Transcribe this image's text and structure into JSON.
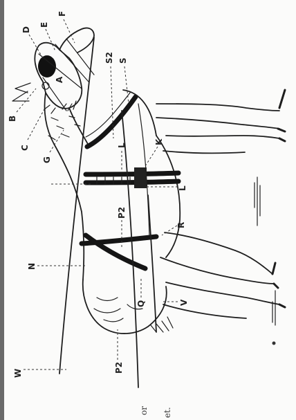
{
  "figure": {
    "labels": {
      "A": "A",
      "B": "B",
      "C": "C",
      "D": "D",
      "E": "E",
      "F": "F",
      "G": "G",
      "K": "K",
      "L": "L",
      "N": "N",
      "P2": "P2",
      "Q": "Q",
      "R": "R",
      "S": "S",
      "S2": "S2",
      "V": "V",
      "W": "W"
    },
    "caption_fragments": [
      "or",
      "et."
    ]
  }
}
